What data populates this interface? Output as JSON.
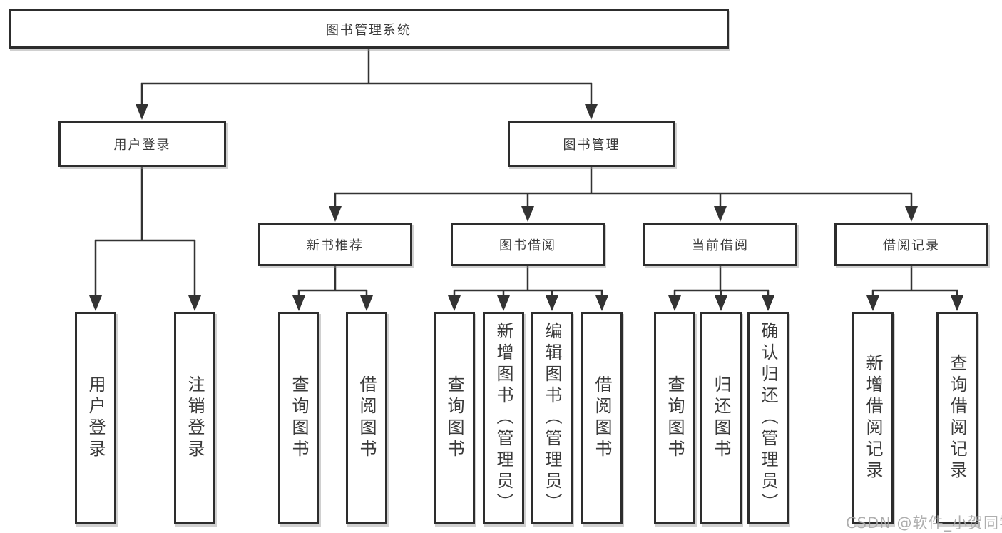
{
  "tree": {
    "root": "图书管理系统",
    "branches": [
      {
        "label": "用户登录",
        "children": [
          "用户登录",
          "注销登录"
        ]
      },
      {
        "label": "图书管理",
        "children": [
          {
            "label": "新书推荐",
            "children": [
              "查询图书",
              "借阅图书"
            ]
          },
          {
            "label": "图书借阅",
            "children": [
              "查询图书",
              "新增图书（管理员）",
              "编辑图书（管理员）",
              "借阅图书"
            ]
          },
          {
            "label": "当前借阅",
            "children": [
              "查询图书",
              "归还图书",
              "确认归还（管理员）"
            ]
          },
          {
            "label": "借阅记录",
            "children": [
              "新增借阅记录",
              "查询借阅记录"
            ]
          }
        ]
      }
    ]
  },
  "watermark": "CSDN @软件_小贺同学",
  "colors": {
    "line": "#333333",
    "border": "#2d2d2d",
    "text": "#3a3a3a",
    "watermark": "#a5a5a5"
  }
}
